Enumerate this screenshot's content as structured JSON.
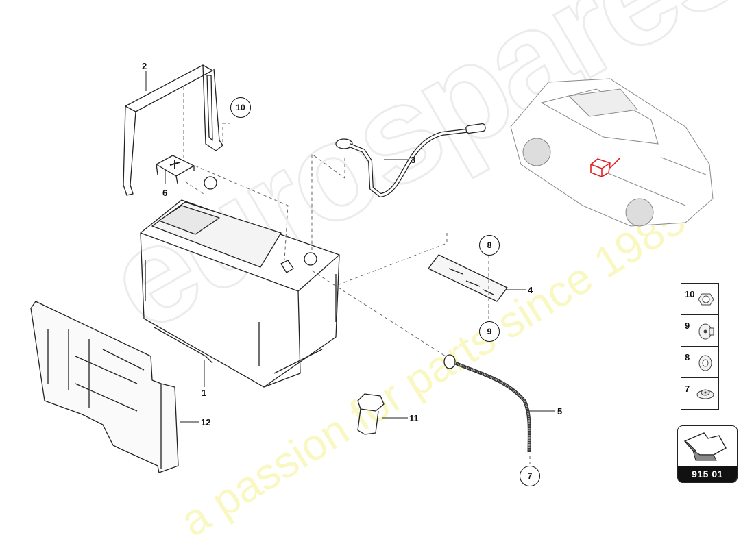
{
  "diagram": {
    "title": "Battery assembly exploded parts diagram",
    "page_number": "915 01",
    "highlight_color": "#e02020",
    "part_labels": [
      {
        "id": "1",
        "name": "battery"
      },
      {
        "id": "2",
        "name": "hold-down bracket"
      },
      {
        "id": "3",
        "name": "battery terminal cable"
      },
      {
        "id": "4",
        "name": "retaining plate"
      },
      {
        "id": "5",
        "name": "vent hose"
      },
      {
        "id": "6",
        "name": "terminal cover"
      },
      {
        "id": "11",
        "name": "hex plug"
      },
      {
        "id": "12",
        "name": "battery tray cover"
      }
    ],
    "callouts": [
      "10",
      "8",
      "9",
      "7"
    ],
    "legend": [
      {
        "num": "10",
        "icon": "flange-nut-icon"
      },
      {
        "num": "9",
        "icon": "clip-nut-icon"
      },
      {
        "num": "8",
        "icon": "collar-nut-icon"
      },
      {
        "num": "7",
        "icon": "grommet-icon"
      }
    ],
    "watermark": {
      "brand": "eurospares",
      "tagline": "a passion for parts since 1985"
    }
  }
}
